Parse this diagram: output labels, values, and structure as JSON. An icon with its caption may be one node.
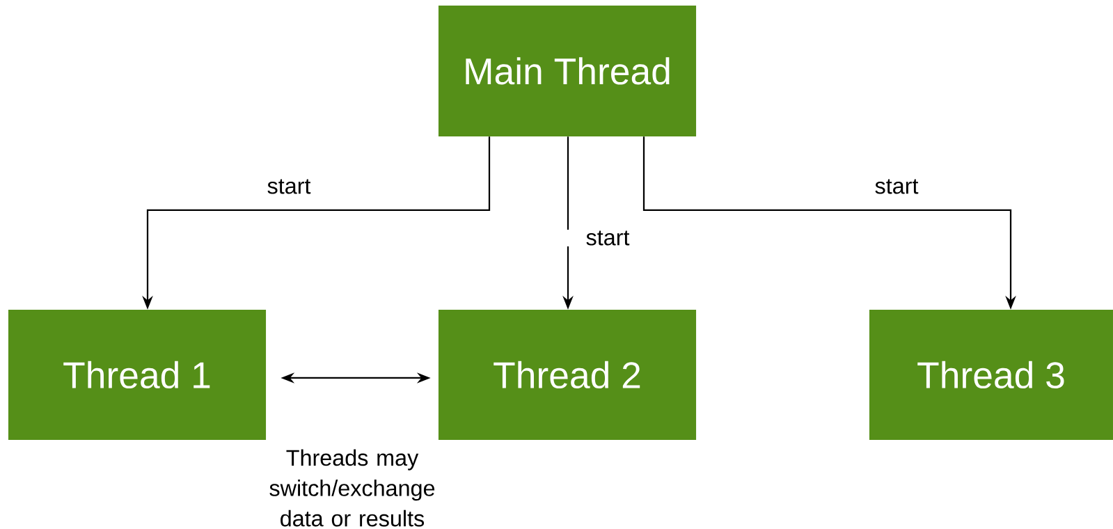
{
  "diagram": {
    "nodes": [
      {
        "text": [
          "Main Thread"
        ]
      },
      {
        "text": [
          "Thread 1"
        ]
      },
      {
        "text": [
          "Thread 2"
        ]
      },
      {
        "text": [
          "Thread 3"
        ]
      }
    ],
    "edges": [
      {
        "from": 0,
        "to": 1,
        "arrow": "to",
        "label": "start"
      },
      {
        "from": 0,
        "to": 2,
        "arrow": "to",
        "label": "start"
      },
      {
        "from": 0,
        "to": 3,
        "arrow": "to",
        "label": "start"
      },
      {
        "from": 1,
        "to": 2,
        "arrow": "both",
        "label": "Threads may switch/exchange data or results"
      }
    ]
  }
}
